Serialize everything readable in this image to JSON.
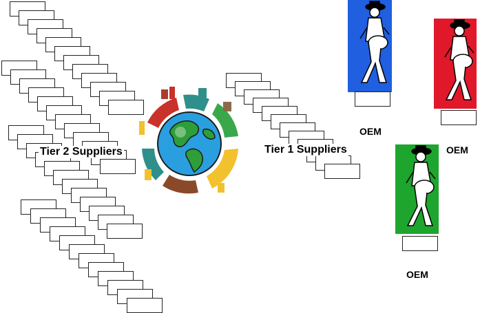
{
  "labels": {
    "tier2": "Tier 2 Suppliers",
    "tier1": "Tier 1 Suppliers",
    "oem_1": "OEM",
    "oem_2": "OEM",
    "oem_3": "OEM"
  },
  "colors": {
    "oem_1_panel": "#1f5fe0",
    "oem_2_panel": "#e0182a",
    "oem_3_panel": "#1ea52e",
    "ocean": "#2a9fe0",
    "land": "#2e9e3a",
    "ring_yellow": "#f2c12e",
    "ring_red": "#c8322a",
    "ring_teal": "#2f8f8a",
    "ring_green": "#3aa84a"
  },
  "icons": [
    "globe-cityscape-icon",
    "drummer-icon"
  ]
}
